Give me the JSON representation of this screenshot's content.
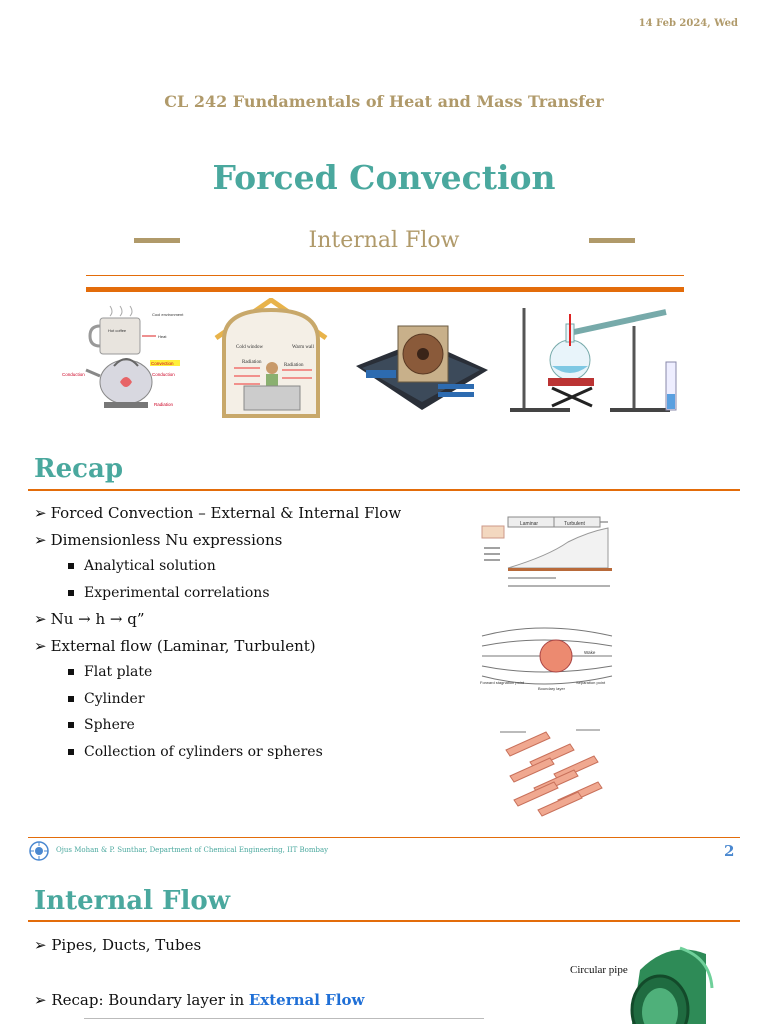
{
  "header": {
    "date": "14 Feb 2024, Wed",
    "course": "CL 242 Fundamentals of Heat and Mass Transfer",
    "title": "Forced Convection",
    "subtitle": "Internal Flow"
  },
  "images": {
    "image1_labels": [
      "Cool environment",
      "Hot coffee",
      "Heat",
      "Convection",
      "Conduction",
      "Conduction",
      "Radiation"
    ],
    "image2_labels": [
      "Cold window",
      "Warm wall",
      "Radiation",
      "Radiation"
    ]
  },
  "recap": {
    "heading": "Recap",
    "bullets": [
      {
        "level": 1,
        "text": "Forced Convection – External & Internal Flow"
      },
      {
        "level": 1,
        "text": "Dimensionless Nu expressions"
      },
      {
        "level": 2,
        "text": "Analytical solution"
      },
      {
        "level": 2,
        "text": "Experimental correlations"
      },
      {
        "level": 1,
        "text": "Nu → h → q”"
      },
      {
        "level": 1,
        "text": "External flow (Laminar, Turbulent)"
      },
      {
        "level": 2,
        "text": "Flat plate"
      },
      {
        "level": 2,
        "text": "Cylinder"
      },
      {
        "level": 2,
        "text": "Sphere"
      },
      {
        "level": 2,
        "text": "Collection of cylinders or spheres"
      }
    ],
    "diagram1_labels": [
      "Laminar",
      "Turbulent"
    ],
    "diagram2_labels": [
      "Wake",
      "Forward stagnation point",
      "Boundary layer",
      "Separation point"
    ]
  },
  "footer": {
    "text": "Ojus Mohan & P. Sunthar, Department of Chemical Engineering, IIT Bombay",
    "page": "2"
  },
  "internal": {
    "heading": "Internal Flow",
    "bullet1": "Pipes, Ducts, Tubes",
    "bullet2_prefix": "Recap: Boundary layer in ",
    "bullet2_link": "External Flow",
    "pipe_label": "Circular pipe"
  },
  "colors": {
    "teal": "#4aa89e",
    "gold": "#b09a6a",
    "orange": "#e36c0a",
    "blue": "#1f6fd6"
  }
}
